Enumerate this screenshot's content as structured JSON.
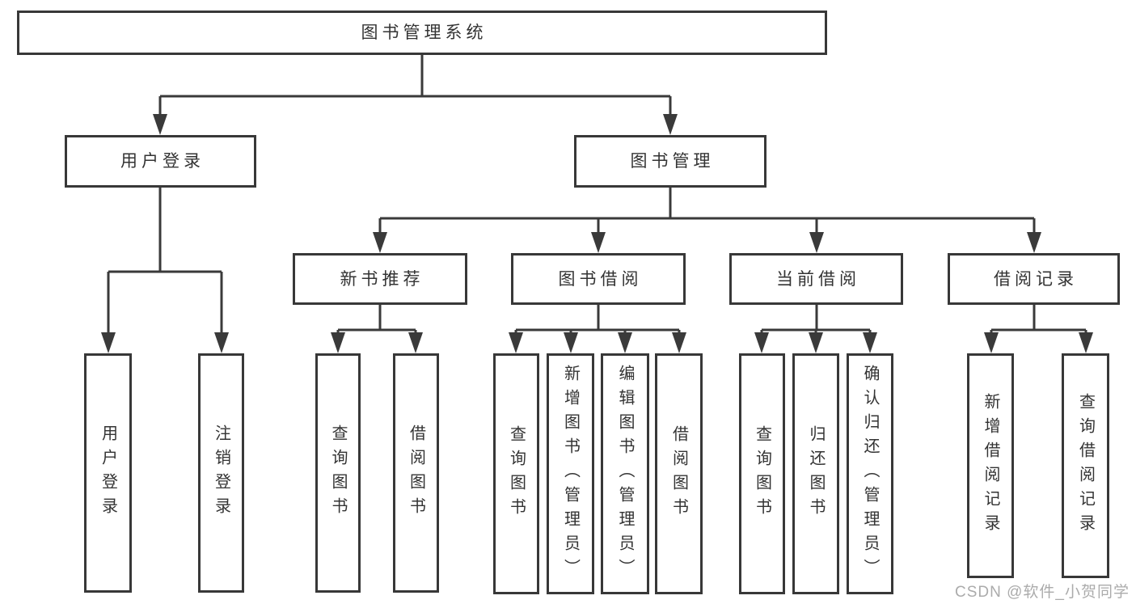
{
  "diagram": {
    "title": "图书管理系统",
    "root": "图书管理系统",
    "level2": {
      "user_login": "用户登录",
      "book_mgmt": "图书管理"
    },
    "level3": {
      "new_book_rec": "新书推荐",
      "book_borrow": "图书借阅",
      "current_borrow": "当前借阅",
      "borrow_records": "借阅记录"
    },
    "leaves": {
      "user_login": "用户登录",
      "logout": "注销登录",
      "rec_query_books": "查询图书",
      "rec_borrow_books": "借阅图书",
      "bb_query_books": "查询图书",
      "bb_add_books": "新增图书（管理员）",
      "bb_edit_books": "编辑图书（管理员）",
      "bb_borrow_books": "借阅图书",
      "cb_query_books": "查询图书",
      "cb_return_books": "归还图书",
      "cb_confirm_return": "确认归还（管理员）",
      "br_add_record": "新增借阅记录",
      "br_query_record": "查询借阅记录"
    }
  },
  "watermark": "CSDN @软件_小贺同学",
  "colors": {
    "line": "#3a3a3a",
    "border": "#383838",
    "text": "#333333",
    "watermark": "#a6a6a6",
    "background": "#ffffff"
  }
}
